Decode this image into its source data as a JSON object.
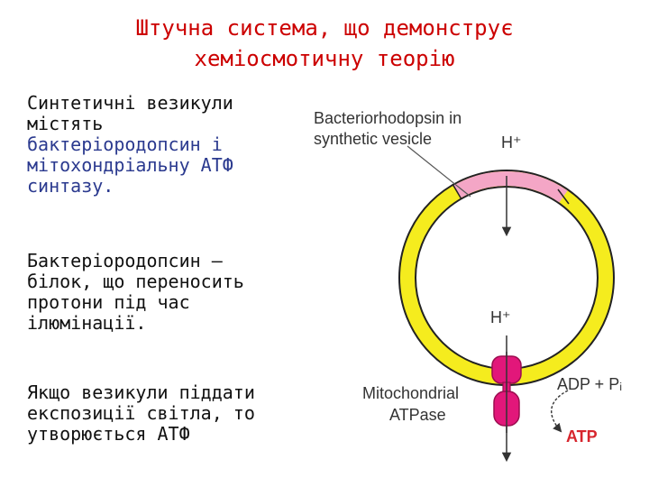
{
  "title": {
    "line1": "Штучна система, що демонструє",
    "line2": "хеміосмотичну теорію"
  },
  "paragraph1": {
    "lines": [
      "Синтетичні везикули",
      "містять",
      "бактеріородопсин і",
      "мітохондріальну АТФ",
      "синтазу."
    ]
  },
  "paragraph2": {
    "lines": [
      "Бактеріородопсин –",
      "білок, що переносить",
      "протони під час",
      "ілюмінації."
    ]
  },
  "paragraph3": {
    "lines": [
      "Якщо везикули піддати",
      "експозиції світла, то",
      "утворюється АТФ"
    ]
  },
  "diagram": {
    "label_bacteriorhodopsin_line1": "Bacteriorhodopsin in",
    "label_bacteriorhodopsin_line2": "synthetic vesicle",
    "label_h_plus_top": "H⁺",
    "label_h_plus_inside": "H⁺",
    "label_mito_line1": "Mitochondrial",
    "label_mito_line2": "ATPase",
    "label_adp_pi": "ADP + Pᵢ",
    "label_atp": "ATP",
    "colors": {
      "title": "#cc0000",
      "membrane": "#f5ec1e",
      "bacteriorhodopsin": "#f4a6c6",
      "atpase": "#e2177a",
      "atp_text": "#d7262e",
      "highlight_text": "#2b3a8f"
    }
  }
}
